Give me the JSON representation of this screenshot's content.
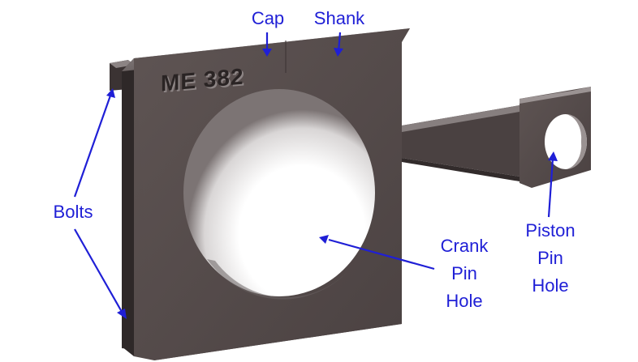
{
  "colors": {
    "annotation": "#1f1fd6",
    "part_face": "#5b5150",
    "part_dark": "#3d3535",
    "part_top": "#8a8282",
    "bore_shade": "#b8b5b5"
  },
  "part": {
    "engraving": "ME 382"
  },
  "labels": {
    "cap": "Cap",
    "shank": "Shank",
    "bolts": "Bolts",
    "crank_pin_hole": [
      "Crank",
      "Pin",
      "Hole"
    ],
    "piston_pin_hole": [
      "Piston",
      "Pin",
      "Hole"
    ]
  }
}
